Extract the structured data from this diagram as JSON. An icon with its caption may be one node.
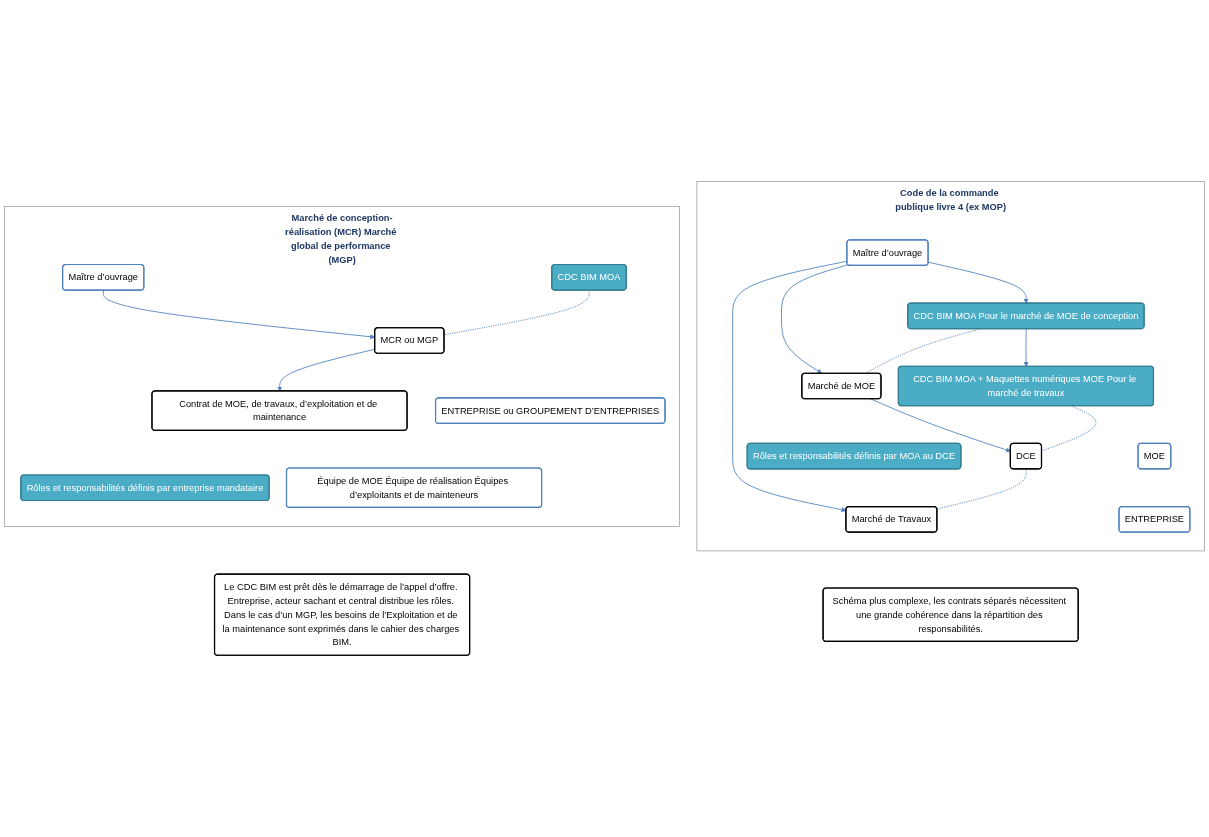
{
  "diagram": {
    "nodes": [
      {
        "text": [
          "Code de la commande publique livre 4 (ex MOP)"
        ]
      },
      {
        "text": [
          "Maître d’ouvrage"
        ],
        "in": 0
      },
      {
        "text": [
          "CDC BIM MOA Pour le marché de MOE de conception"
        ],
        "in": 0
      },
      {
        "text": [
          "Marché de MOE"
        ],
        "in": 0
      },
      {
        "text": [
          "MOE"
        ],
        "in": 0
      },
      {
        "text": [
          "CDC BIM MOA + Maquettes numériques MOE Pour le marché de travaux"
        ],
        "in": 0
      },
      {
        "text": [
          "DCE"
        ],
        "in": 0
      },
      {
        "text": [
          "Marché de Travaux"
        ],
        "in": 0
      },
      {
        "text": [
          "ENTREPRISE"
        ],
        "in": 0
      },
      {
        "text": [
          "Rôles et responsabilités définis par MOA au DCE"
        ],
        "in": 0
      },
      {
        "text": [
          "Marché de conception-réalisation (MCR) Marché global de performance (MGP)"
        ]
      },
      {
        "text": [
          "Maître d’ouvrage"
        ],
        "in": 10
      },
      {
        "text": [
          "CDC BIM MOA"
        ],
        "in": 10
      },
      {
        "text": [
          "MCR ou MGP"
        ],
        "in": 10
      },
      {
        "text": [
          "ENTREPRISE ou GROUPEMENT D’ENTREPRISES"
        ],
        "in": 10
      },
      {
        "text": [
          "Contrat de MOE, de travaux, d’exploitation et de maintenance"
        ],
        "in": 10
      },
      {
        "text": [
          "Équipe de MOE Équipe de réalisation Équipes d’exploitants et de mainteneurs"
        ],
        "in": 10
      },
      {
        "text": [
          "Rôles et responsabilités définis par entreprise mandataire"
        ],
        "in": 10
      },
      {
        "text": [
          "Schéma plus complexe, les contrats séparés nécessitent une grande cohérence dans la répartition des responsabilités."
        ]
      },
      {
        "text": [
          "Le CDC BIM est prêt dès le démarrage de l’appel d’offre. Entreprise, acteur sachant et central distribue les rôles. Dans le cas d’un MGP, les besoins de l’Exploitation et de la maintenance sont exprimés dans le cahier des charges BIM."
        ]
      }
    ],
    "edges": [
      {
        "from": 1,
        "to": 2,
        "arrow": "to"
      },
      {
        "from": 1,
        "to": 3,
        "arrow": "to"
      },
      {
        "from": 1,
        "to": 7,
        "arrow": "to"
      },
      {
        "from": 2,
        "to": 5,
        "arrow": "to"
      },
      {
        "from": 3,
        "to": 6,
        "arrow": "to"
      },
      {
        "from": 2,
        "to": 3,
        "arrow": "none",
        "style": "dashed"
      },
      {
        "from": 5,
        "to": 6,
        "arrow": "none",
        "style": "dashed"
      },
      {
        "from": 6,
        "to": 7,
        "arrow": "none",
        "style": "dashed"
      },
      {
        "from": 11,
        "to": 13,
        "arrow": "to"
      },
      {
        "from": 12,
        "to": 13,
        "arrow": "none",
        "style": "dashed"
      },
      {
        "from": 13,
        "to": 15,
        "arrow": "to"
      }
    ]
  }
}
